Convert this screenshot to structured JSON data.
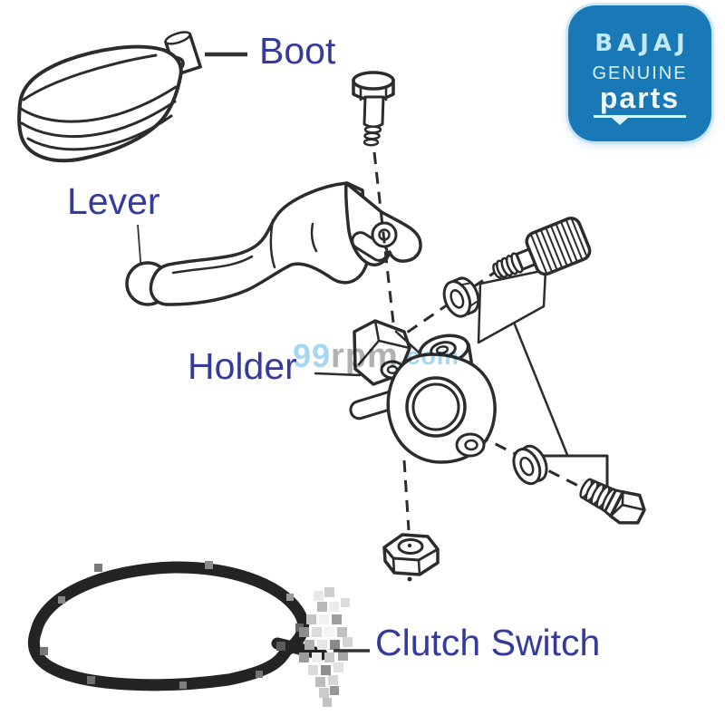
{
  "page": {
    "description": "Exploded parts diagram of a motorcycle clutch lever assembly"
  },
  "labels": {
    "boot": "Boot",
    "lever": "Lever",
    "holder": "Holder",
    "clutch_switch": "Clutch Switch"
  },
  "watermark": {
    "part_99": "99",
    "part_rpm": "rpm",
    "part_com": ".com"
  },
  "logo": {
    "brand": "BAJAJ",
    "genuine": "GENUINE",
    "parts": "parts"
  },
  "colors": {
    "label_text": "#353b9d",
    "line_art": "#2c2c2c",
    "logo_bg": "#1879b6",
    "logo_text": "#ddf3fc",
    "watermark_blue": "#a5d7f0",
    "watermark_gray": "#b1b1b1",
    "wire_dark": "#242424"
  },
  "drawings": [
    "boot",
    "pivot-bolt",
    "lever",
    "holder",
    "cable-adjuster",
    "lock-nut",
    "bracket-panel",
    "washer",
    "mount-bolt",
    "hex-nut",
    "clutch-switch"
  ]
}
